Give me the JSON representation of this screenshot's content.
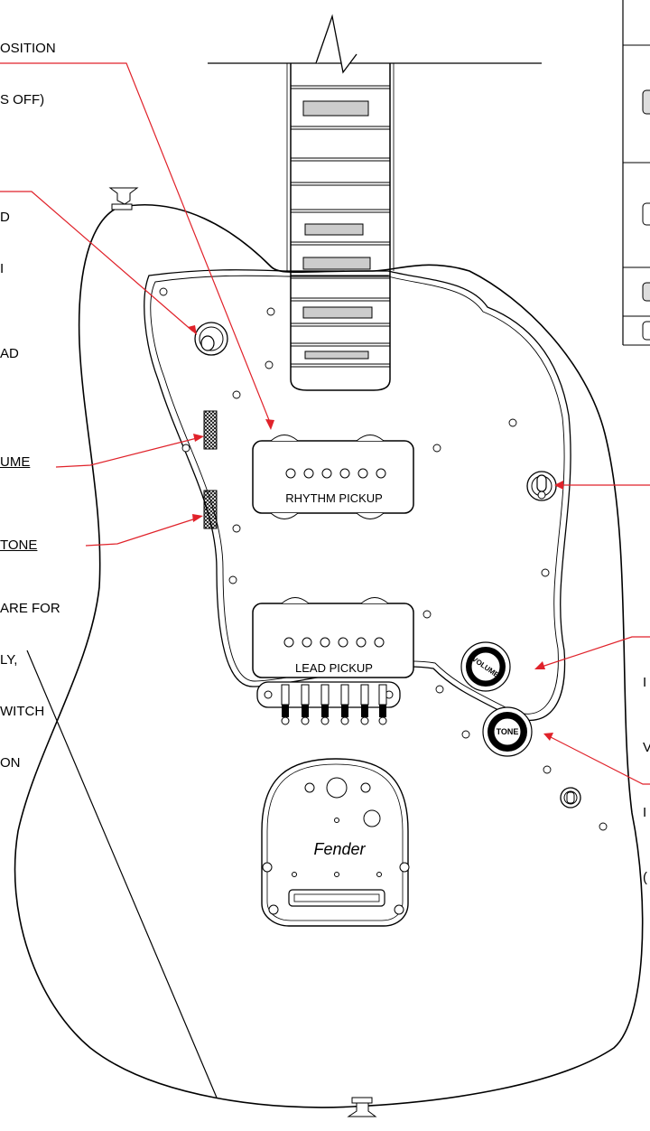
{
  "labels": {
    "top_position": [
      "OSITION",
      "S OFF)"
    ],
    "top_left_d": [
      "D",
      "I"
    ],
    "ad": "AD",
    "volume_left": "UME",
    "tone_left": "TONE",
    "note": [
      "ARE FOR",
      "LY,",
      "WITCH",
      "ON"
    ],
    "right_volume": [
      "I",
      "V",
      "I",
      "("
    ]
  },
  "pickups": {
    "rhythm": "RHYTHM PICKUP",
    "lead": "LEAD PICKUP"
  },
  "knobs": {
    "volume": "VOLUME",
    "tone": "TONE"
  },
  "tailpiece": {
    "brand": "Fender"
  }
}
